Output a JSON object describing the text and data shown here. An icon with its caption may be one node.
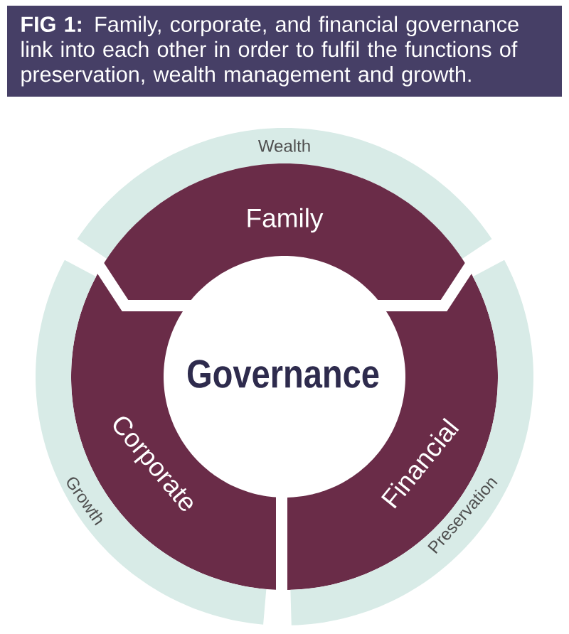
{
  "diagram": {
    "title": "**FIG 1:** Family, corporate, and financial governance link into each other in order to fulfil the functions of preservation, wealth management and growth.",
    "nodes": [
      {
        "text": [
          "Wealth"
        ]
      },
      {
        "text": [
          "Family"
        ]
      },
      {
        "text": [
          "Governance"
        ]
      },
      {
        "text": [
          "Corporate"
        ]
      },
      {
        "text": [
          "Financial"
        ]
      },
      {
        "text": [
          "Growth"
        ]
      },
      {
        "text": [
          "Preservation"
        ]
      }
    ]
  }
}
